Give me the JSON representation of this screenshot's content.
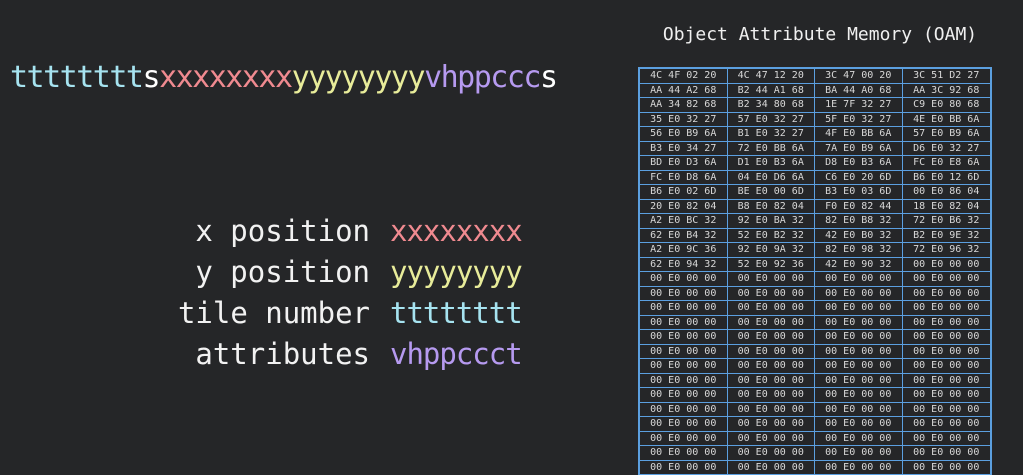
{
  "colors": {
    "tile": "#a6e3f0",
    "x": "#f08a90",
    "y": "#e8ec9a",
    "attr": "#b69af0",
    "shared": "#ffffff",
    "oam_border": "#5b9fe0"
  },
  "bitstring": {
    "tile": "tttttttt",
    "x": "xxxxxxxx",
    "y": "yyyyyyyy",
    "attr": "vhppccc",
    "shared": "s"
  },
  "legend": [
    {
      "label": "x position",
      "bits": "xxxxxxxx",
      "color": "#f08a90"
    },
    {
      "label": "y position",
      "bits": "yyyyyyyy",
      "color": "#e8ec9a"
    },
    {
      "label": "tile number",
      "bits": "tttttttt",
      "color": "#a6e3f0"
    },
    {
      "label": "attributes",
      "bits": "vhppccct",
      "color": "#b69af0"
    }
  ],
  "oam": {
    "title": "Object Attribute Memory (OAM)",
    "rows": [
      [
        "4C 4F 02 20",
        "4C 47 12 20",
        "3C 47 00 20",
        "3C 51 D2 27"
      ],
      [
        "AA 44 A2 68",
        "B2 44 A1 68",
        "BA 44 A0 68",
        "AA 3C 92 68"
      ],
      [
        "AA 34 82 68",
        "B2 34 80 68",
        "1E 7F 32 27",
        "C9 E0 80 68"
      ],
      [
        "35 E0 32 27",
        "57 E0 32 27",
        "5F E0 32 27",
        "4E E0 BB 6A"
      ],
      [
        "56 E0 B9 6A",
        "B1 E0 32 27",
        "4F E0 BB 6A",
        "57 E0 B9 6A"
      ],
      [
        "B3 E0 34 27",
        "72 E0 BB 6A",
        "7A E0 B9 6A",
        "D6 E0 32 27"
      ],
      [
        "BD E0 D3 6A",
        "D1 E0 B3 6A",
        "D8 E0 B3 6A",
        "FC E0 E8 6A"
      ],
      [
        "FC E0 D8 6A",
        "04 E0 D6 6A",
        "C6 E0 20 6D",
        "B6 E0 12 6D"
      ],
      [
        "B6 E0 02 6D",
        "BE E0 00 6D",
        "B3 E0 03 6D",
        "00 E0 86 04"
      ],
      [
        "20 E0 82 04",
        "B8 E0 82 04",
        "F0 E0 82 44",
        "18 E0 82 04"
      ],
      [
        "A2 E0 BC 32",
        "92 E0 BA 32",
        "82 E0 B8 32",
        "72 E0 B6 32"
      ],
      [
        "62 E0 B4 32",
        "52 E0 B2 32",
        "42 E0 B0 32",
        "B2 E0 9E 32"
      ],
      [
        "A2 E0 9C 36",
        "92 E0 9A 32",
        "82 E0 98 32",
        "72 E0 96 32"
      ],
      [
        "62 E0 94 32",
        "52 E0 92 36",
        "42 E0 90 32",
        "00 E0 00 00"
      ],
      [
        "00 E0 00 00",
        "00 E0 00 00",
        "00 E0 00 00",
        "00 E0 00 00"
      ],
      [
        "00 E0 00 00",
        "00 E0 00 00",
        "00 E0 00 00",
        "00 E0 00 00"
      ],
      [
        "00 E0 00 00",
        "00 E0 00 00",
        "00 E0 00 00",
        "00 E0 00 00"
      ],
      [
        "00 E0 00 00",
        "00 E0 00 00",
        "00 E0 00 00",
        "00 E0 00 00"
      ],
      [
        "00 E0 00 00",
        "00 E0 00 00",
        "00 E0 00 00",
        "00 E0 00 00"
      ],
      [
        "00 E0 00 00",
        "00 E0 00 00",
        "00 E0 00 00",
        "00 E0 00 00"
      ],
      [
        "00 E0 00 00",
        "00 E0 00 00",
        "00 E0 00 00",
        "00 E0 00 00"
      ],
      [
        "00 E0 00 00",
        "00 E0 00 00",
        "00 E0 00 00",
        "00 E0 00 00"
      ],
      [
        "00 E0 00 00",
        "00 E0 00 00",
        "00 E0 00 00",
        "00 E0 00 00"
      ],
      [
        "00 E0 00 00",
        "00 E0 00 00",
        "00 E0 00 00",
        "00 E0 00 00"
      ],
      [
        "00 E0 00 00",
        "00 E0 00 00",
        "00 E0 00 00",
        "00 E0 00 00"
      ],
      [
        "00 E0 00 00",
        "00 E0 00 00",
        "00 E0 00 00",
        "00 E0 00 00"
      ],
      [
        "00 E0 00 00",
        "00 E0 00 00",
        "00 E0 00 00",
        "00 E0 00 00"
      ],
      [
        "00 E0 00 00",
        "00 E0 00 00",
        "00 E0 00 00",
        "00 E0 00 00"
      ]
    ]
  }
}
